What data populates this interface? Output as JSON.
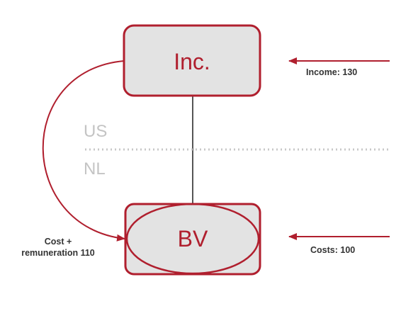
{
  "colors": {
    "accent": "#b01f2e",
    "box_fill": "#e3e3e3",
    "connector": "#555555",
    "region_label": "#c4c4c4",
    "divider": "#c8c8c8",
    "text_dark": "#333333"
  },
  "entities": {
    "top": {
      "label": "Inc."
    },
    "bottom": {
      "label": "BV"
    }
  },
  "regions": {
    "upper": "US",
    "lower": "NL"
  },
  "flows": {
    "income": "Income: 130",
    "costs": "Costs: 100",
    "cost_remuneration": {
      "line1": "Cost +",
      "line2": "remuneration 110"
    }
  },
  "icons": {
    "arrow": "arrow-left-icon",
    "curved_arrow": "curved-arrow-icon"
  }
}
